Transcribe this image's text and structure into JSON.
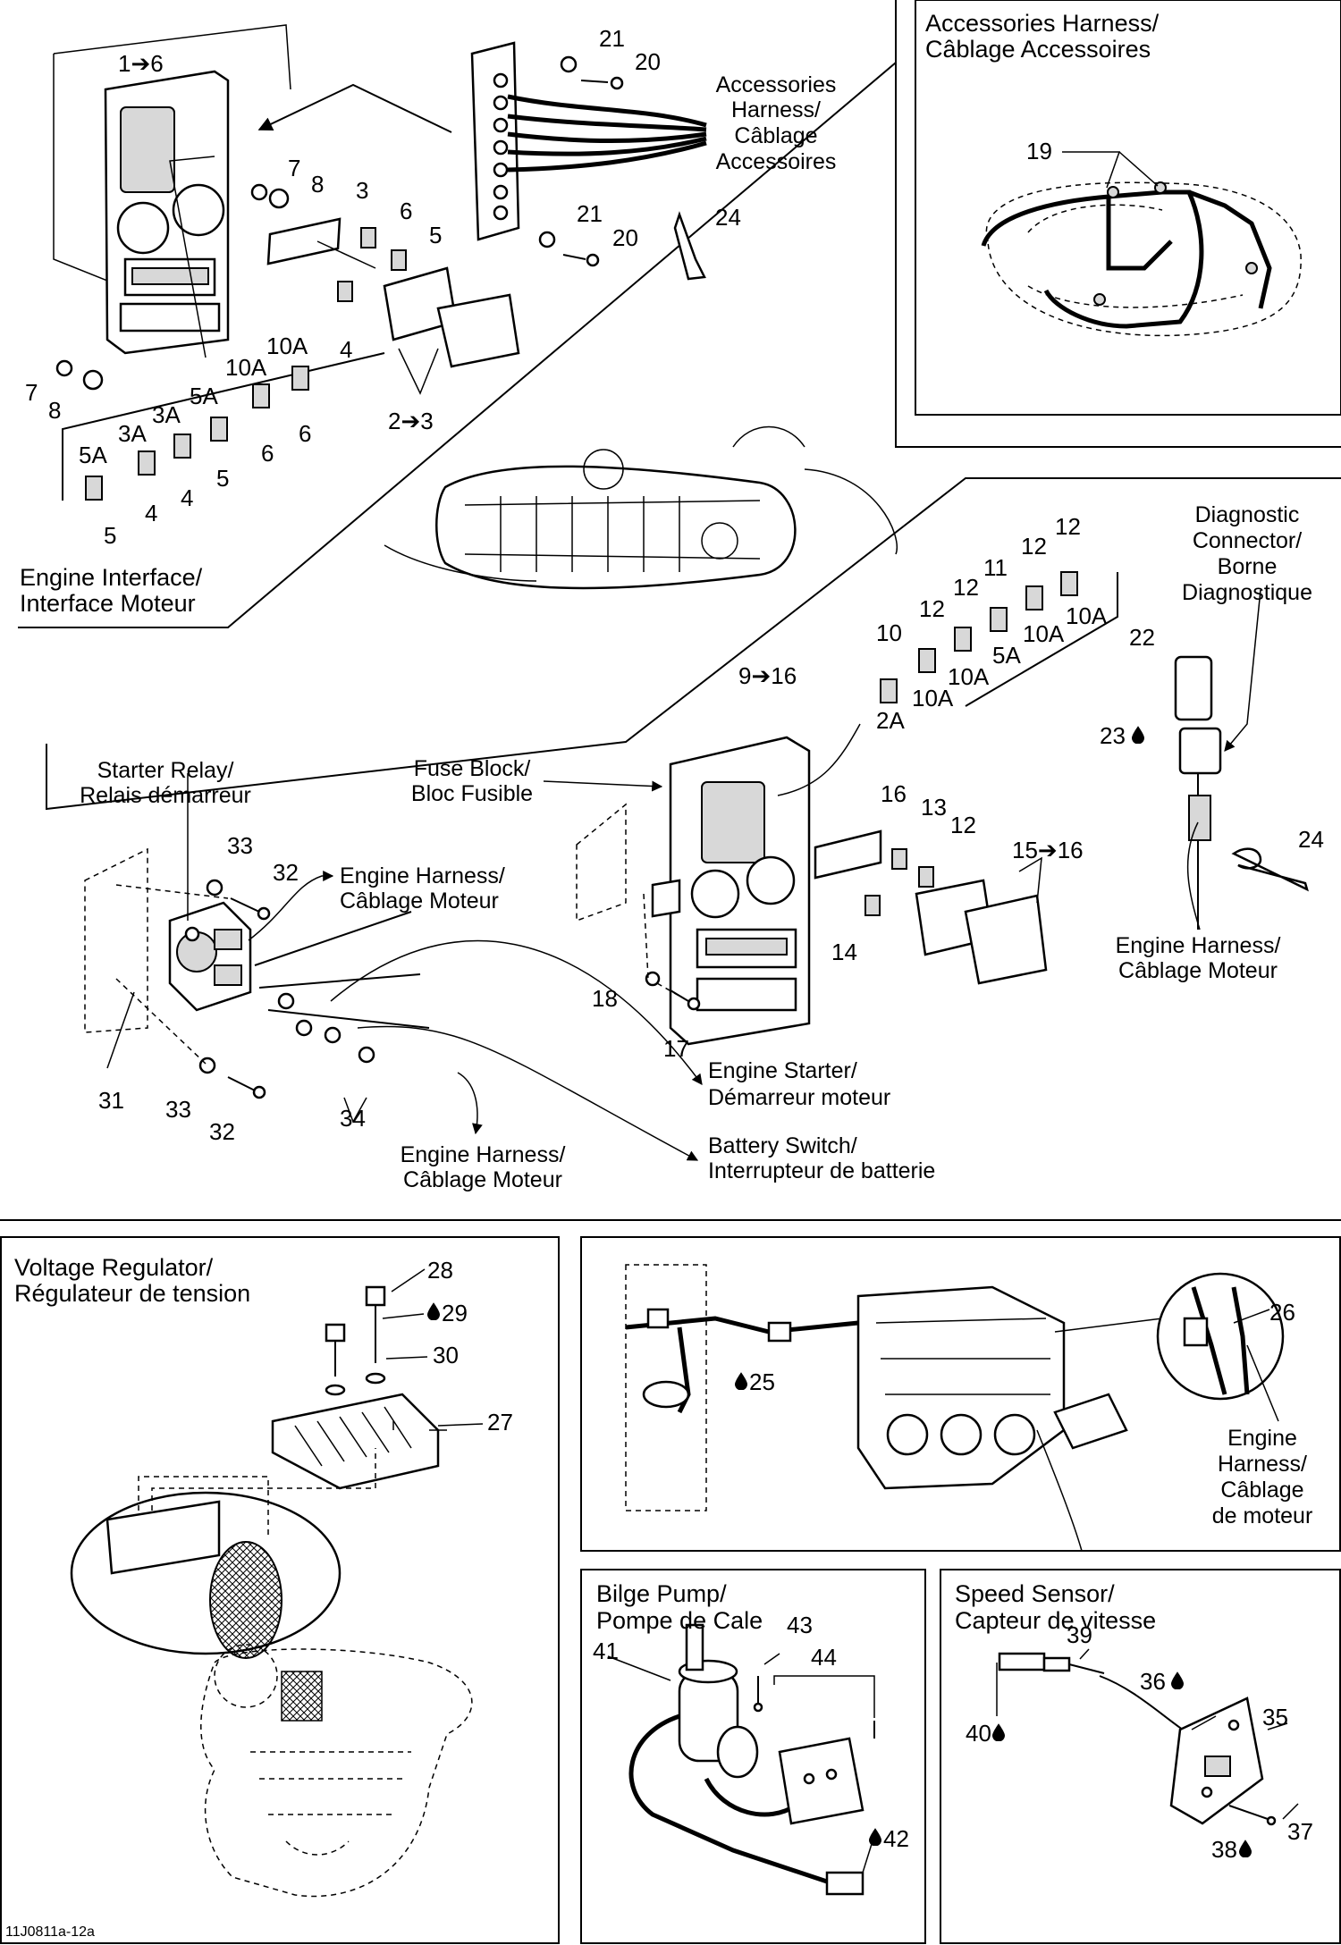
{
  "figure_code": "11J0811a-12a",
  "drop_symbol": "💧",
  "sections": {
    "engine_interface": {
      "title_en": "Engine Interface/",
      "title_fr": "Interface Moteur",
      "callouts": {
        "c1_6": "1➔6",
        "c7a": "7",
        "c8a": "8",
        "c3": "3",
        "c6a": "6",
        "c5a": "5",
        "c4a": "4",
        "c2_3": "2➔3",
        "c7b": "7",
        "c8b": "8",
        "c21a": "21",
        "c20a": "20",
        "c21b": "21",
        "c20b": "20",
        "c24a": "24"
      },
      "fuses": {
        "f1_rating": "5A",
        "f1_num": "5",
        "f2_rating": "3A",
        "f2_num": "4",
        "f3_rating": "3A",
        "f3_num": "4",
        "f4_rating": "5A",
        "f4_num": "5",
        "f5_rating": "10A",
        "f5_num": "6",
        "f6_rating": "10A",
        "f6_num": "6"
      },
      "acc_label_1": "Accessories",
      "acc_label_2": "Harness/",
      "acc_label_3": "Câblage",
      "acc_label_4": "Accessoires"
    },
    "accessories_harness": {
      "title_en": "Accessories Harness/",
      "title_fr": "Câblage Accessoires",
      "callout": "19"
    },
    "fuse_block": {
      "starter_relay_en": "Starter Relay/",
      "starter_relay_fr": "Relais démarreur",
      "fuse_block_en": "Fuse Block/",
      "fuse_block_fr": "Bloc Fusible",
      "engine_harness_en": "Engine Harness/",
      "engine_harness_fr": "Câblage Moteur",
      "engine_starter_en": "Engine Starter/",
      "engine_starter_fr": "Démarreur moteur",
      "battery_switch_en": "Battery Switch/",
      "battery_switch_fr": "Interrupteur de batterie",
      "engine_harness2_en": "Engine Harness/",
      "engine_harness2_fr": "Câblage Moteur",
      "diag_1": "Diagnostic",
      "diag_2": "Connector/",
      "diag_3": "Borne",
      "diag_4": "Diagnostique",
      "engine_harness3_en": "Engine Harness/",
      "engine_harness3_fr": "Câblage Moteur",
      "callouts": {
        "c9_16": "9➔16",
        "c10": "10",
        "c12a": "12",
        "c12b": "12",
        "c11": "11",
        "c12c": "12",
        "c12d": "12",
        "c22": "22",
        "c23": "23",
        "c16": "16",
        "c13": "13",
        "c12e": "12",
        "c15_16": "15➔16",
        "c14": "14",
        "c18": "18",
        "c17": "17",
        "c24b": "24",
        "c33a": "33",
        "c32a": "32",
        "c31": "31",
        "c33b": "33",
        "c32b": "32",
        "c34": "34"
      },
      "fuses": {
        "r10": "2A",
        "r12a": "10A",
        "r12b": "10A",
        "r11": "5A",
        "r12c": "10A",
        "r12d": "10A"
      }
    },
    "voltage_regulator": {
      "title_en": "Voltage Regulator/",
      "title_fr": "Régulateur de tension",
      "callouts": {
        "c28": "28",
        "c29": "29",
        "c30": "30",
        "c27": "27"
      }
    },
    "engine_view": {
      "callouts": {
        "c25": "25",
        "c26": "26"
      },
      "label_1": "Engine",
      "label_2": "Harness/",
      "label_3": "Câblage",
      "label_4": "de moteur"
    },
    "bilge_pump": {
      "title_en": "Bilge Pump/",
      "title_fr": "Pompe de Cale",
      "callouts": {
        "c41": "41",
        "c43": "43",
        "c44": "44",
        "c42": "42"
      }
    },
    "speed_sensor": {
      "title_en": "Speed Sensor/",
      "title_fr": "Capteur de vitesse",
      "callouts": {
        "c39": "39",
        "c40": "40",
        "c36": "36",
        "c35": "35",
        "c37": "37",
        "c38": "38"
      }
    }
  }
}
